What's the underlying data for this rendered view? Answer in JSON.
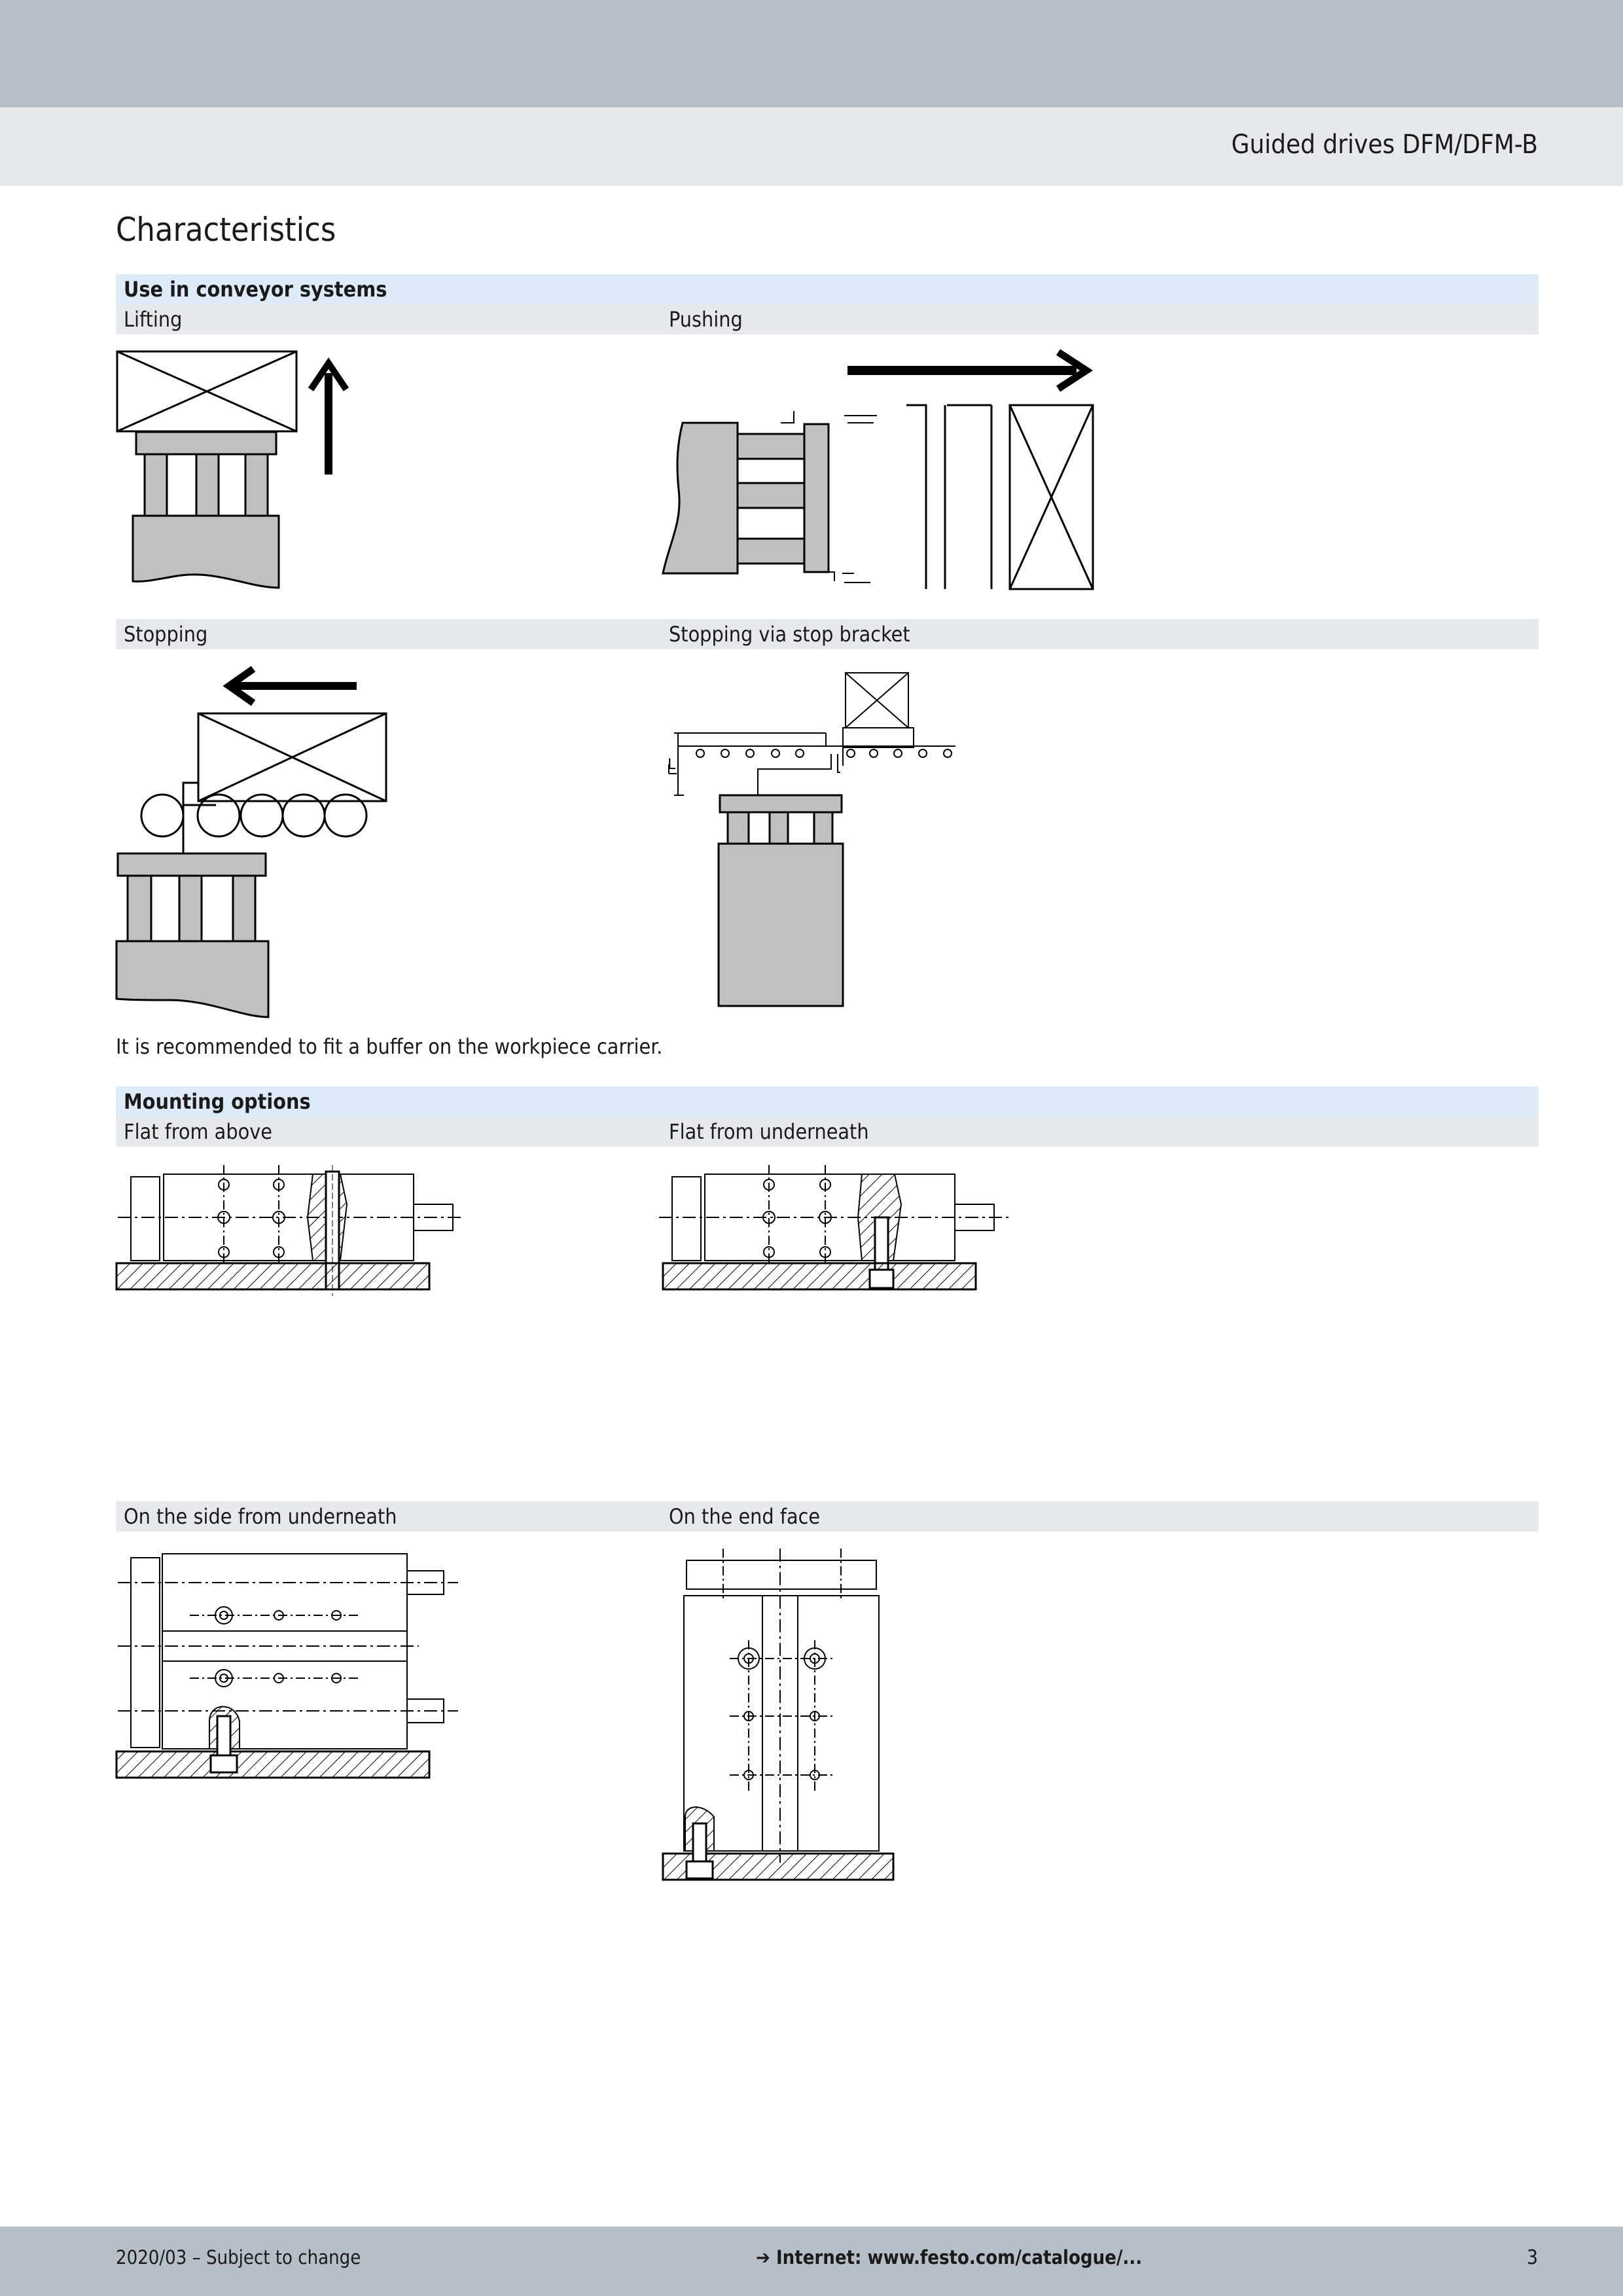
{
  "header": {
    "title": "Guided drives DFM/DFM-B"
  },
  "page_title": "Characteristics",
  "sections": [
    {
      "title": "Use in conveyor systems",
      "rows": [
        [
          "Lifting",
          "Pushing"
        ],
        [
          "Stopping",
          "Stopping via stop bracket"
        ]
      ],
      "note": "It is recommended to fit a buffer on the workpiece carrier."
    },
    {
      "title": "Mounting options",
      "rows": [
        [
          "Flat from above",
          "Flat from underneath"
        ],
        [
          "On the side from underneath",
          "On the end face"
        ]
      ]
    }
  ],
  "figure_labels": {
    "stop_height": "L"
  },
  "footer": {
    "date": "2020/03 – Subject to change",
    "link_arrow": "➔",
    "link": "Internet: www.festo.com/catalogue/...",
    "page": "3"
  },
  "colors": {
    "top_band": "#b6bfc7",
    "header_band": "#e6e9eb",
    "section_bar": "#dcebf7",
    "subheading_bar": "#e6e9eb",
    "drawing_fill": "#c0c0c0"
  }
}
